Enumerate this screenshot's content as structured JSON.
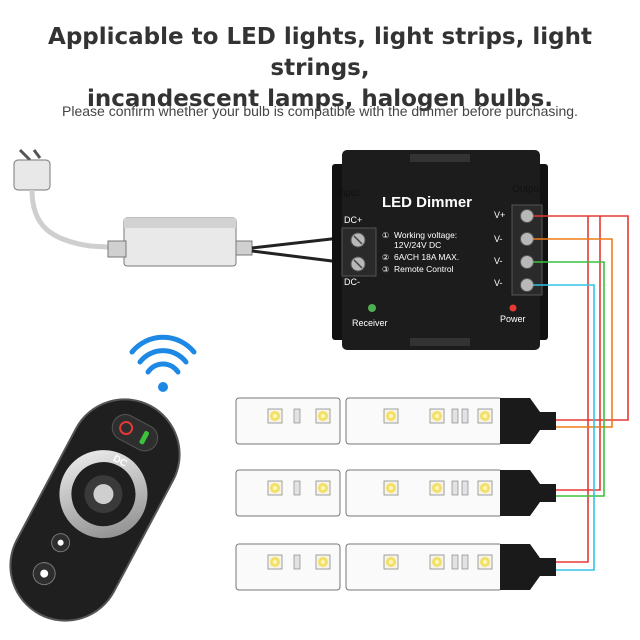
{
  "header": {
    "line1": "Applicable to LED lights, light strips, light strings,",
    "line2": "incandescent lamps, halogen bulbs.",
    "subtitle": "Please confirm whether your bulb is compatible with the dimmer before purchasing."
  },
  "dimmer": {
    "title": "LED Dimmer",
    "input_label": "Input",
    "output_label": "Output",
    "dc_plus": "DC+",
    "dc_minus": "DC-",
    "spec1_num": "①",
    "spec1": "Working voltage:",
    "spec1b": "12V/24V DC",
    "spec2_num": "②",
    "spec2": "6A/CH 18A MAX.",
    "spec3_num": "③",
    "spec3": "Remote Control",
    "receiver_label": "Receiver",
    "power_label": "Power",
    "out_v_plus": "V+",
    "out_v_minus_1": "V-",
    "out_v_minus_2": "V-",
    "out_v_minus_3": "V-"
  },
  "remote": {
    "dc_label": "DC"
  },
  "colors": {
    "red_wire": "#e53935",
    "orange_wire": "#ef7c1a",
    "green_wire": "#3cc13c",
    "cyan_wire": "#33c3e6",
    "wifi_blue": "#1e88e5",
    "dimmer_body": "#1c1c1c"
  },
  "icons": {
    "wireless": "wifi-signal-icon",
    "power_led": "power-led-icon",
    "receiver_led": "receiver-led-icon"
  }
}
